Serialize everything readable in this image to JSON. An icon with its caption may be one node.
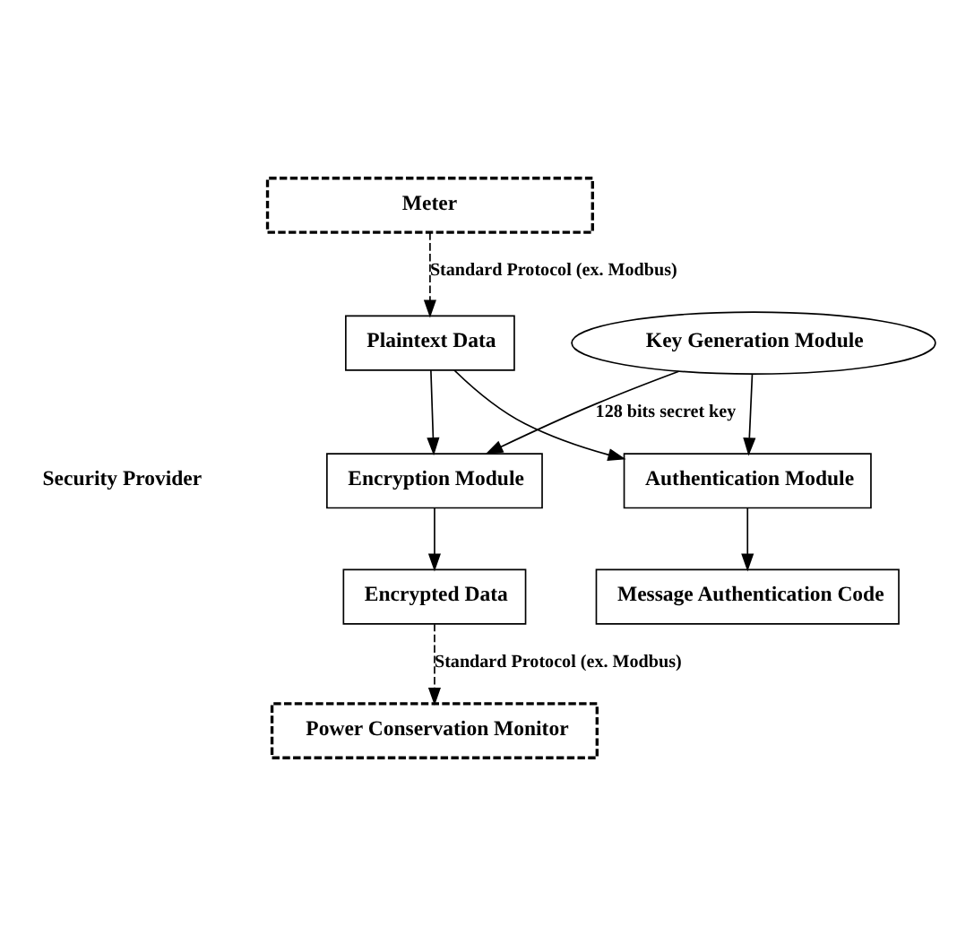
{
  "diagram": {
    "nodes": [
      {
        "text": [
          "Meter"
        ]
      },
      {
        "text": [
          "Plaintext Data"
        ]
      },
      {
        "text": [
          "Key Generation Module"
        ]
      },
      {
        "text": [
          "Encryption Module"
        ]
      },
      {
        "text": [
          "Authentication Module"
        ]
      },
      {
        "text": [
          "Encrypted Data"
        ]
      },
      {
        "text": [
          "Message Authentication Code"
        ]
      },
      {
        "text": [
          "Power Conservation Monitor"
        ]
      }
    ],
    "edges": [
      {
        "from": 0,
        "to": 1,
        "arrow": "to",
        "style": "dashed",
        "label": "Standard Protocol (ex. Modbus)"
      },
      {
        "from": 1,
        "to": 3,
        "arrow": "to"
      },
      {
        "from": 1,
        "to": 4,
        "arrow": "to"
      },
      {
        "from": 2,
        "to": 3,
        "arrow": "to",
        "label": "128 bits secret key"
      },
      {
        "from": 2,
        "to": 4,
        "arrow": "to"
      },
      {
        "from": 3,
        "to": 5,
        "arrow": "to"
      },
      {
        "from": 4,
        "to": 6,
        "arrow": "to"
      },
      {
        "from": 5,
        "to": 7,
        "arrow": "to",
        "style": "dashed",
        "label": "Standard Protocol (ex. Modbus)"
      }
    ],
    "labels": [
      "Security Provider"
    ]
  }
}
